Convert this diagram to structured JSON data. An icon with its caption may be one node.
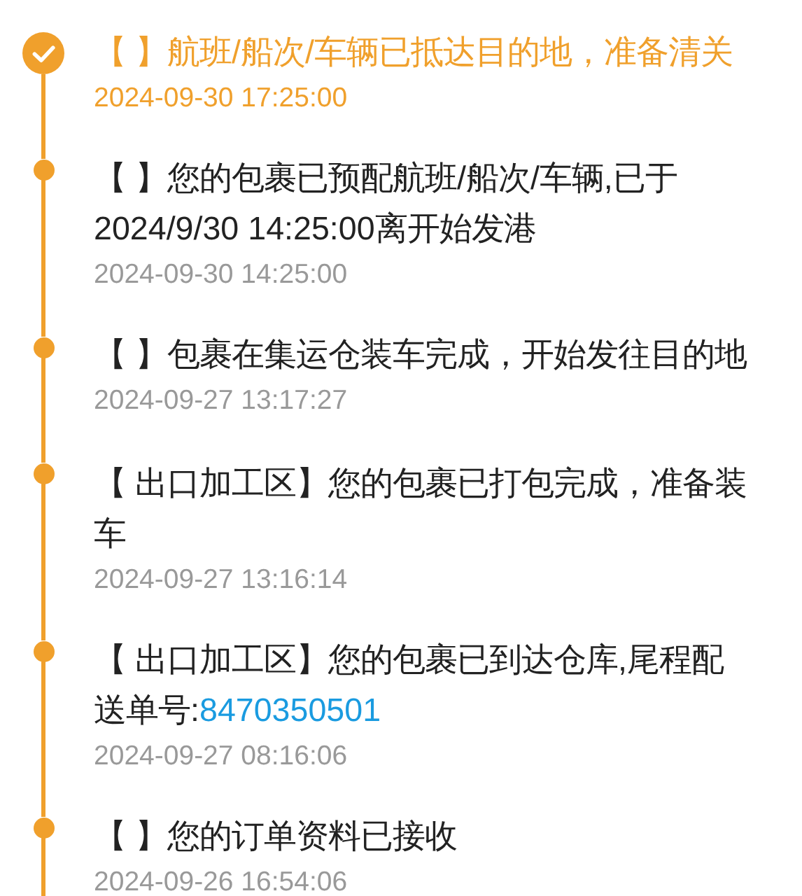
{
  "diagram": {
    "nodes": [
      {
        "text": [],
        "shape": "circle",
        "beside": [
          "【 】航班/船次/车辆已抵达目的地，准备清关",
          "2024-09-30 17:25:00"
        ]
      },
      {
        "text": [],
        "shape": "circle",
        "beside": [
          "【 】您的包裹已预配航班/船次/车辆,已于2024/9/30 14:25:00离开始发港",
          "2024-09-30 14:25:00"
        ]
      },
      {
        "text": [],
        "shape": "circle",
        "beside": [
          "【 】包裹在集运仓装车完成，开始发往目的地",
          "2024-09-27 13:17:27"
        ]
      },
      {
        "text": [],
        "shape": "circle",
        "beside": [
          "【 出口加工区】您的包裹已打包完成，准备装车",
          "2024-09-27 13:16:14"
        ]
      },
      {
        "text": [],
        "shape": "circle",
        "beside": [
          "【 出口加工区】您的包裹已到达仓库,尾程配送单号:",
          "8470350501",
          "2024-09-27 08:16:06"
        ]
      },
      {
        "text": [],
        "shape": "circle",
        "beside": [
          "【 】您的订单资料已接收",
          "2024-09-26 16:54:06"
        ]
      }
    ],
    "edges": [
      {
        "from": 0,
        "to": 1,
        "arrow": "none"
      },
      {
        "from": 1,
        "to": 2,
        "arrow": "none"
      },
      {
        "from": 2,
        "to": 3,
        "arrow": "none"
      },
      {
        "from": 3,
        "to": 4,
        "arrow": "none"
      },
      {
        "from": 4,
        "to": 5,
        "arrow": "none"
      },
      {
        "from": 5,
        "to": null,
        "arrow": "none"
      }
    ]
  }
}
